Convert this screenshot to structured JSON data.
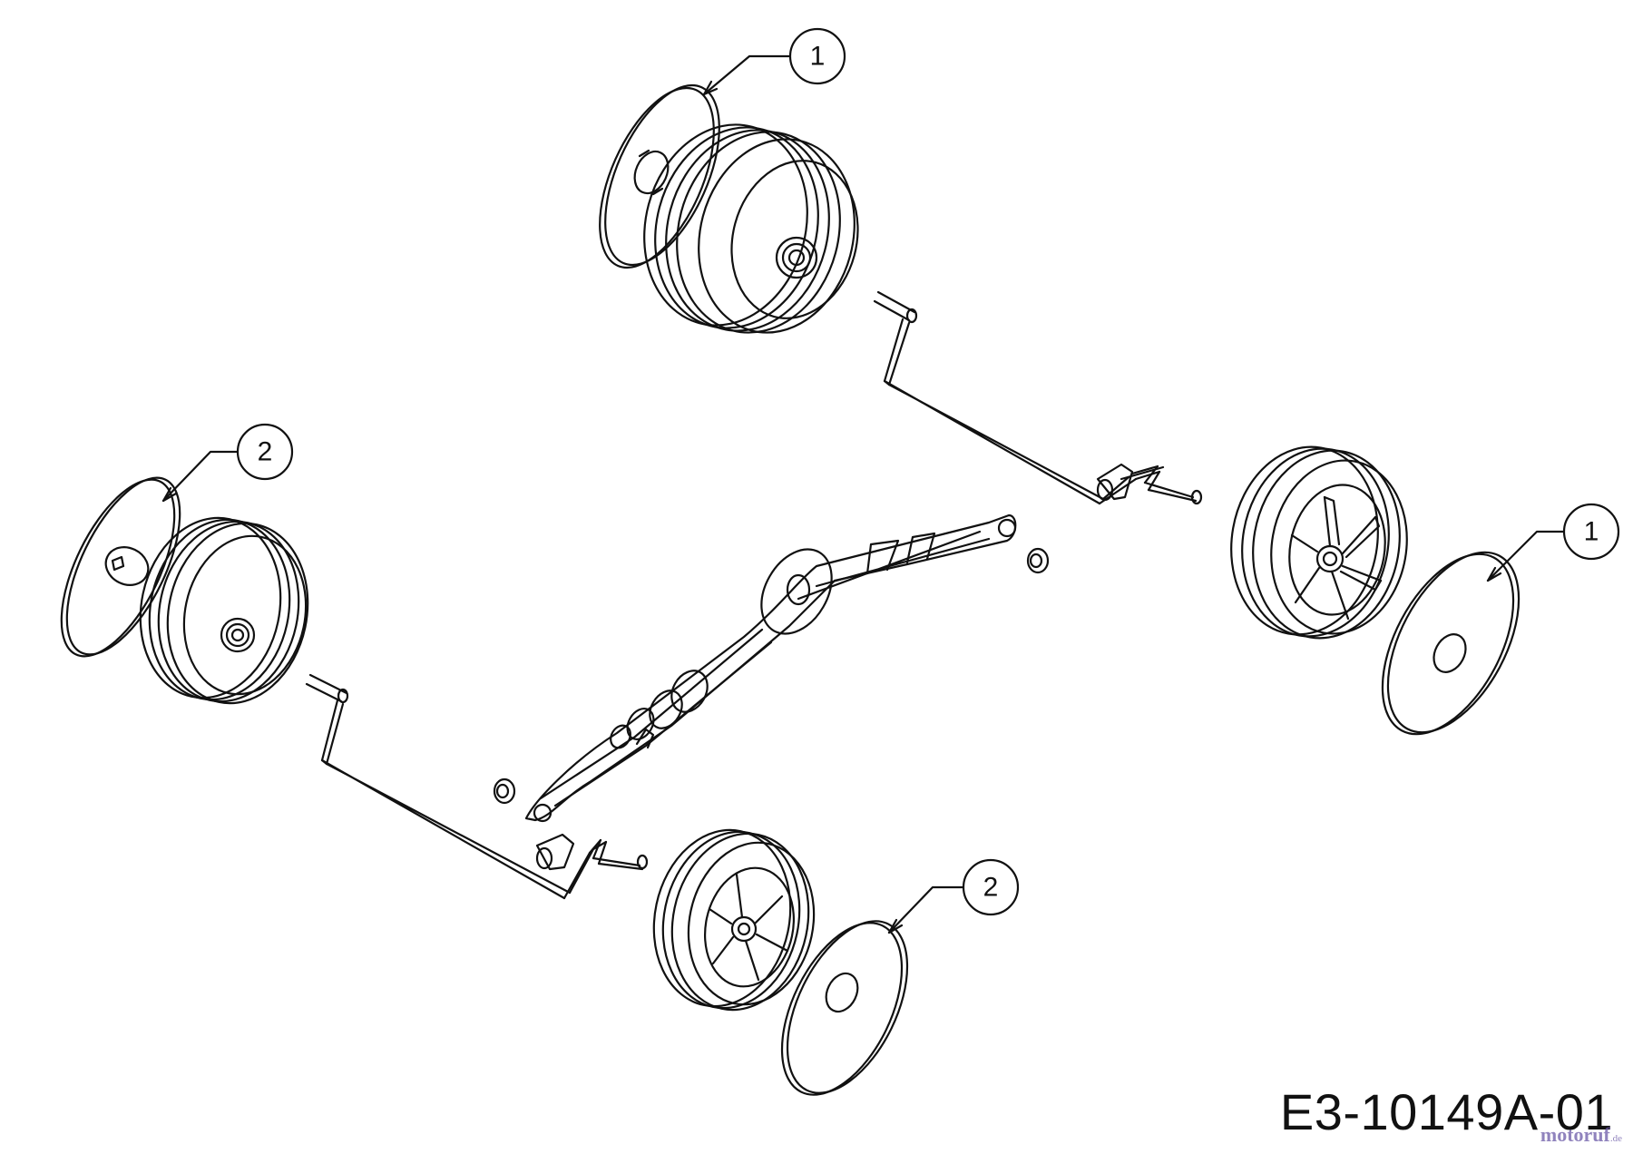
{
  "drawing": {
    "code": "E3-10149A-01",
    "watermark": "motoruf",
    "watermark_tld": ".de"
  },
  "callouts": [
    {
      "label": "1",
      "part": "wheel cap (rear right top)"
    },
    {
      "label": "1",
      "part": "wheel cap (rear right)"
    },
    {
      "label": "2",
      "part": "wheel cap (front left)"
    },
    {
      "label": "2",
      "part": "wheel cap (front right)"
    }
  ],
  "colors": {
    "line": "#111111",
    "background": "#ffffff",
    "watermark": "#6b5aa8"
  }
}
